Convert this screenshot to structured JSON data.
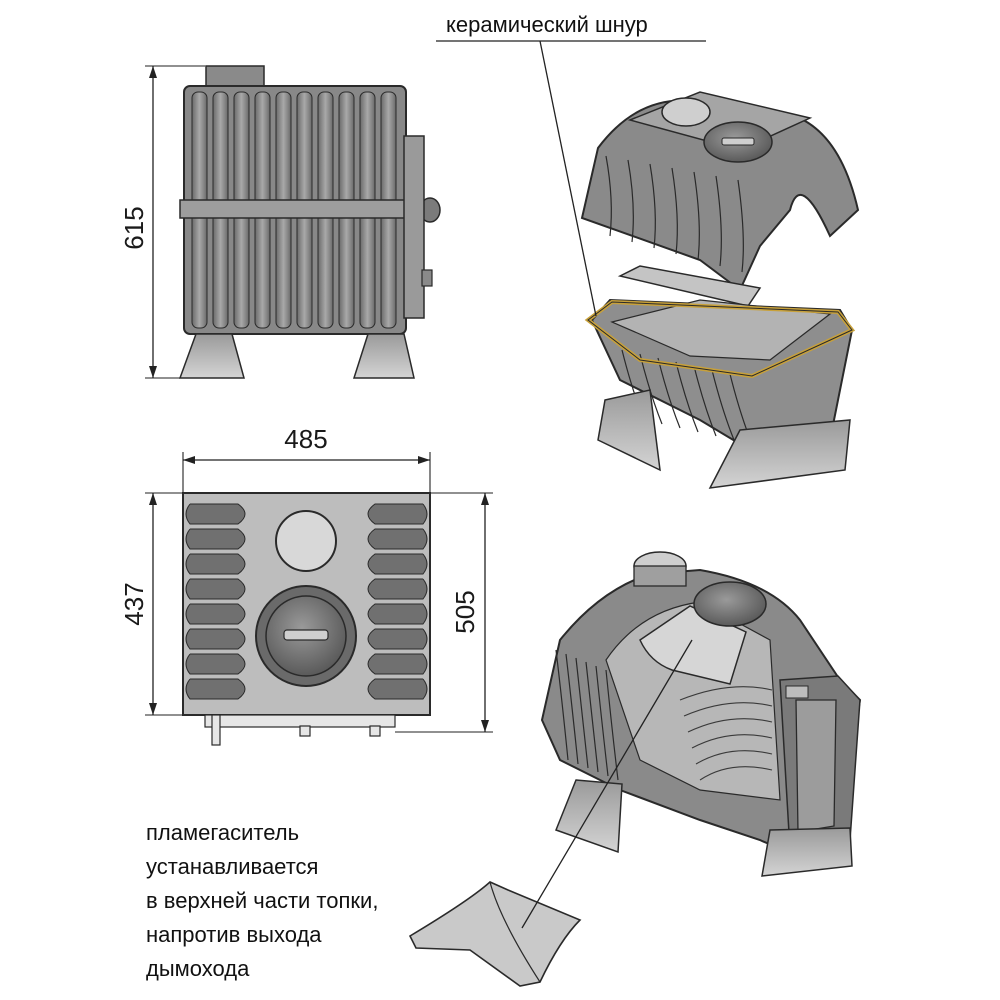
{
  "colors": {
    "background": "#ffffff",
    "body_gray": "#8e8e8e",
    "body_dark": "#6f6f6f",
    "body_light": "#c9c9c9",
    "outline": "#2a2a2a",
    "ceramic_cord": "#c8a13a",
    "dimension_line": "#222222"
  },
  "dimensions": {
    "height": "615",
    "width": "485",
    "depth": "437",
    "depth_total": "505"
  },
  "labels": {
    "ceramic_cord": "керамический шнур",
    "flame_damper_note": [
      "пламегаситель",
      "устанавливается",
      "в верхней части топки,",
      "напротив выхода",
      "дымохода"
    ]
  },
  "views": {
    "side": "side-elevation",
    "top": "top-plan",
    "exploded": "exploded-iso",
    "cutaway": "cutaway-iso"
  }
}
